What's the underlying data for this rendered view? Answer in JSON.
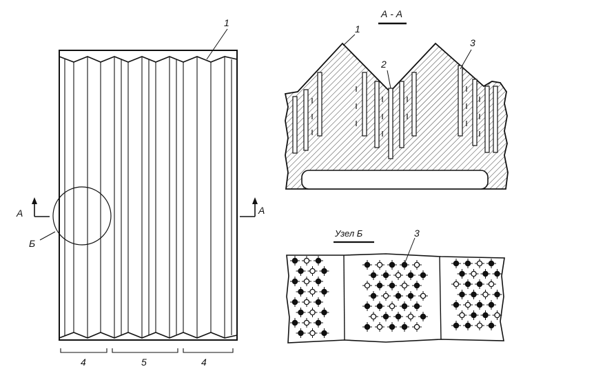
{
  "labels": {
    "callout_1_front": "1",
    "section_marker_left": "A",
    "section_marker_right": "A",
    "detail_marker": "Б",
    "dim_left": "4",
    "dim_middle": "5",
    "dim_right": "4",
    "section_title": "А - А",
    "callout_1_section": "1",
    "callout_2_section": "2",
    "callout_3_section": "3",
    "detail_title": "Узел Б",
    "callout_3_detail": "3"
  },
  "colors": {
    "ink": "#111111",
    "paper": "#ffffff"
  }
}
